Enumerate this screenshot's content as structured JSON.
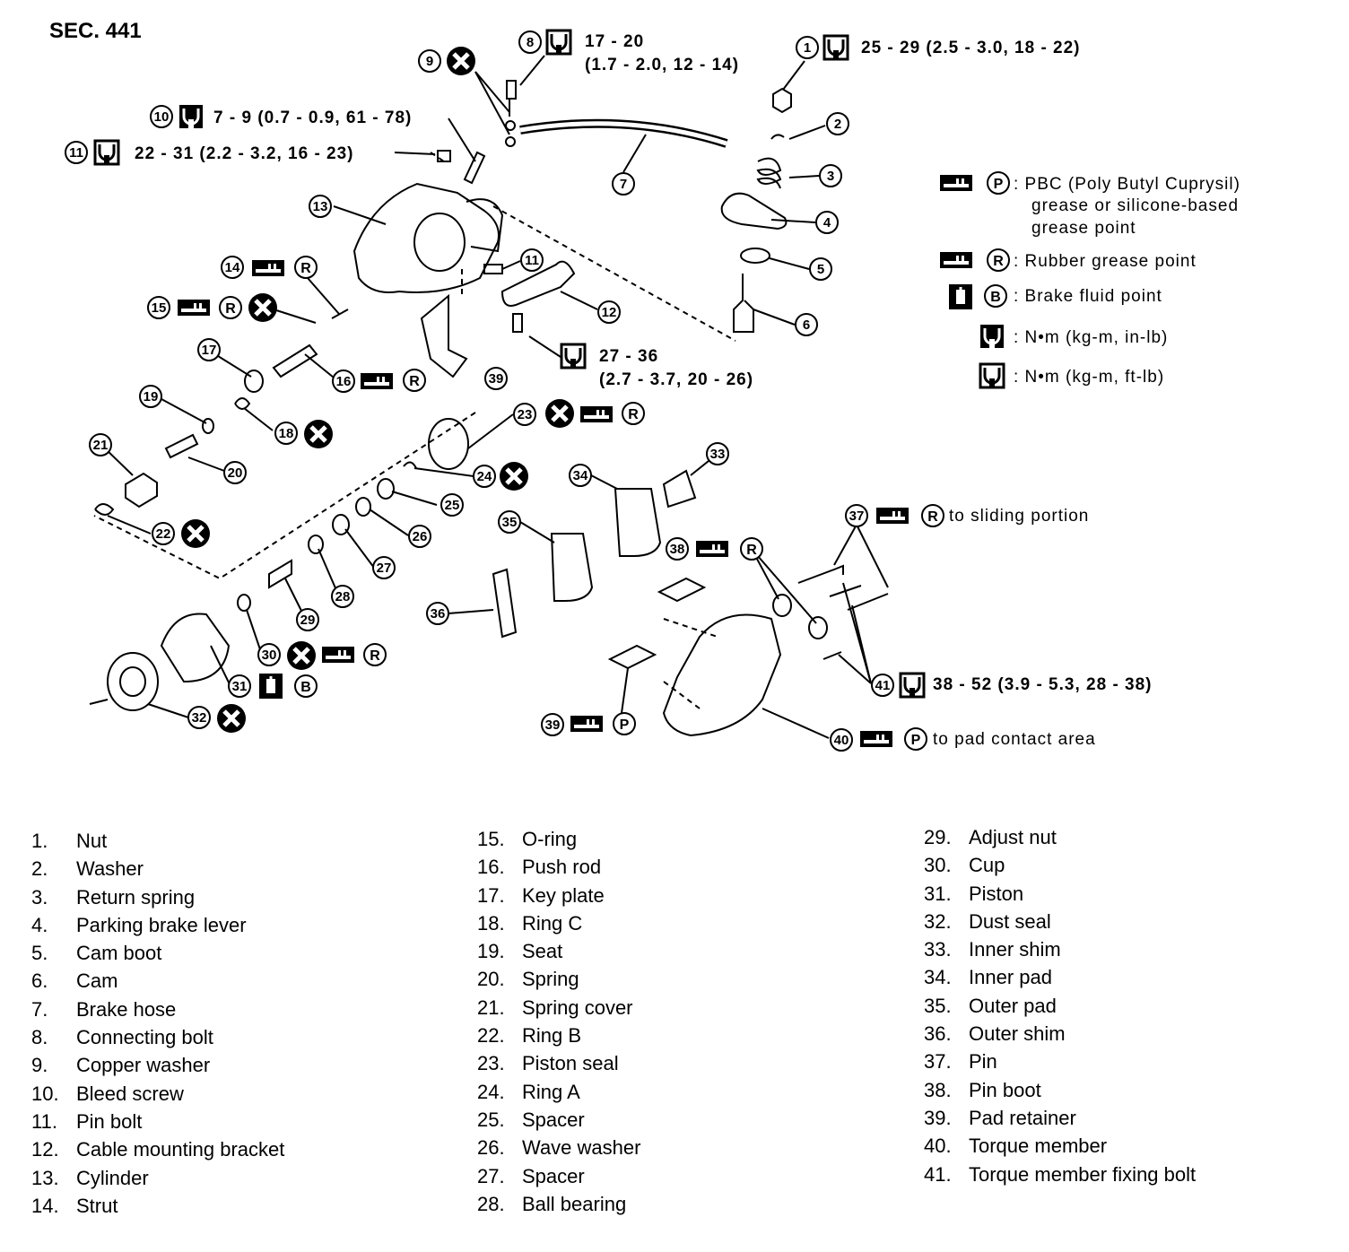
{
  "section": "SEC. 441",
  "torque_labels": {
    "p8_line1": "17 - 20",
    "p8_line2": "(1.7 - 2.0, 12 - 14)",
    "p1": "25 - 29 (2.5 - 3.0, 18 - 22)",
    "p10": "7 - 9 (0.7 - 0.9, 61 - 78)",
    "p11": "22 - 31 (2.2 - 3.2, 16 - 23)",
    "p12_line1": "27 - 36",
    "p12_line2": "(2.7 - 3.7, 20 - 26)",
    "p41": "38 - 52 (3.9 - 5.3, 28 - 38)"
  },
  "notes": {
    "p37": "to sliding portion",
    "p40": "to pad contact area"
  },
  "legend": {
    "pbc_line1": ": PBC (Poly Butyl Cuprysil)",
    "pbc_line2": "grease or silicone-based",
    "pbc_line3": "grease point",
    "rubber": ": Rubber grease point",
    "fluid": ": Brake fluid point",
    "nm_inlb": ": N•m (kg-m, in-lb)",
    "nm_ftlb": ": N•m (kg-m, ft-lb)"
  },
  "symbols": {
    "P": "P",
    "R": "R",
    "B": "B"
  },
  "callouts": [
    "1",
    "2",
    "3",
    "4",
    "5",
    "6",
    "7",
    "8",
    "9",
    "10",
    "11",
    "12",
    "13",
    "14",
    "15",
    "16",
    "17",
    "18",
    "19",
    "20",
    "21",
    "22",
    "23",
    "24",
    "25",
    "26",
    "27",
    "28",
    "29",
    "30",
    "31",
    "32",
    "33",
    "34",
    "35",
    "36",
    "37",
    "38",
    "39",
    "40",
    "41",
    "11"
  ],
  "parts_columns": [
    [
      {
        "num": "1.",
        "name": "Nut"
      },
      {
        "num": "2.",
        "name": "Washer"
      },
      {
        "num": "3.",
        "name": "Return spring"
      },
      {
        "num": "4.",
        "name": "Parking brake lever"
      },
      {
        "num": "5.",
        "name": "Cam boot"
      },
      {
        "num": "6.",
        "name": "Cam"
      },
      {
        "num": "7.",
        "name": "Brake hose"
      },
      {
        "num": "8.",
        "name": "Connecting bolt"
      },
      {
        "num": "9.",
        "name": "Copper washer"
      },
      {
        "num": "10.",
        "name": "Bleed screw"
      },
      {
        "num": "11.",
        "name": "Pin bolt"
      },
      {
        "num": "12.",
        "name": "Cable mounting bracket"
      },
      {
        "num": "13.",
        "name": "Cylinder"
      },
      {
        "num": "14.",
        "name": "Strut"
      }
    ],
    [
      {
        "num": "15.",
        "name": "O-ring"
      },
      {
        "num": "16.",
        "name": "Push rod"
      },
      {
        "num": "17.",
        "name": "Key plate"
      },
      {
        "num": "18.",
        "name": "Ring C"
      },
      {
        "num": "19.",
        "name": "Seat"
      },
      {
        "num": "20.",
        "name": "Spring"
      },
      {
        "num": "21.",
        "name": "Spring cover"
      },
      {
        "num": "22.",
        "name": "Ring B"
      },
      {
        "num": "23.",
        "name": "Piston seal"
      },
      {
        "num": "24.",
        "name": "Ring A"
      },
      {
        "num": "25.",
        "name": "Spacer"
      },
      {
        "num": "26.",
        "name": "Wave washer"
      },
      {
        "num": "27.",
        "name": "Spacer"
      },
      {
        "num": "28.",
        "name": "Ball bearing"
      }
    ],
    [
      {
        "num": "29.",
        "name": "Adjust nut"
      },
      {
        "num": "30.",
        "name": "Cup"
      },
      {
        "num": "31.",
        "name": "Piston"
      },
      {
        "num": "32.",
        "name": "Dust seal"
      },
      {
        "num": "33.",
        "name": "Inner shim"
      },
      {
        "num": "34.",
        "name": "Inner pad"
      },
      {
        "num": "35.",
        "name": "Outer pad"
      },
      {
        "num": "36.",
        "name": "Outer shim"
      },
      {
        "num": "37.",
        "name": "Pin"
      },
      {
        "num": "38.",
        "name": "Pin boot"
      },
      {
        "num": "39.",
        "name": "Pad retainer"
      },
      {
        "num": "40.",
        "name": "Torque member"
      },
      {
        "num": "41.",
        "name": "Torque member fixing bolt"
      }
    ]
  ]
}
